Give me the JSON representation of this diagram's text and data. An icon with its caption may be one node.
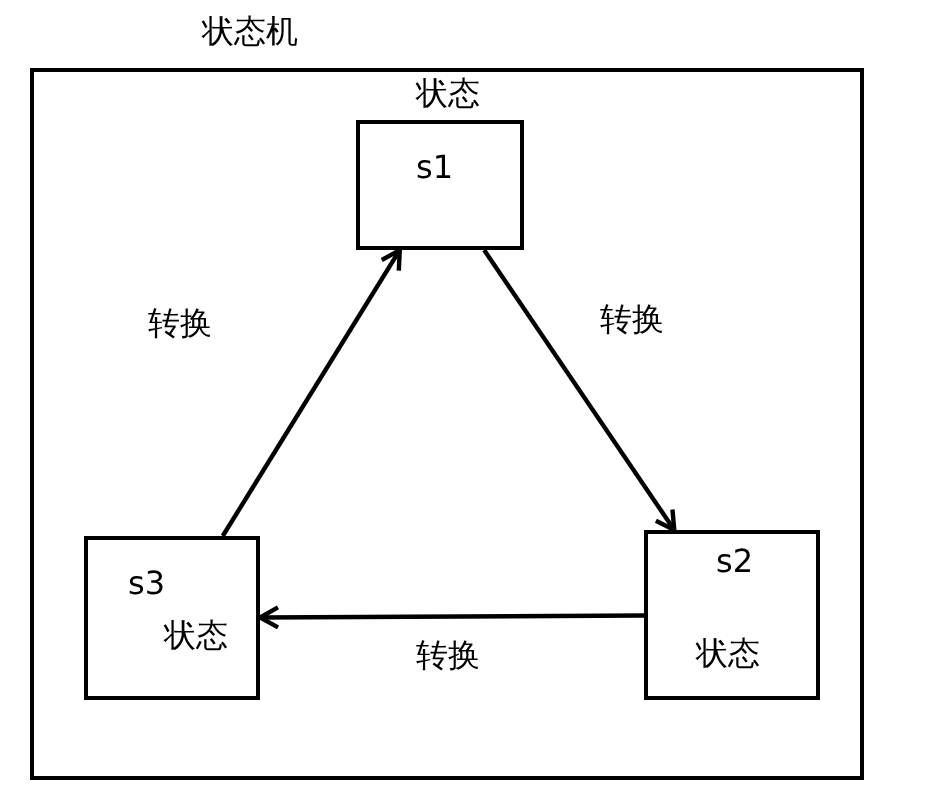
{
  "diagram": {
    "nodes": [
      {
        "text": [
          "状态机"
        ]
      },
      {
        "text": [
          "状态",
          "s1"
        ],
        "in": 0
      },
      {
        "text": [
          "s2",
          "状态"
        ],
        "in": 0
      },
      {
        "text": [
          "s3",
          "状态"
        ],
        "in": 0
      }
    ],
    "edges": [
      {
        "from": 3,
        "to": 1,
        "arrow": "to",
        "label": "转换"
      },
      {
        "from": 1,
        "to": 2,
        "arrow": "to",
        "label": "转换"
      },
      {
        "from": 2,
        "to": 3,
        "arrow": "to",
        "label": "转换"
      }
    ]
  }
}
